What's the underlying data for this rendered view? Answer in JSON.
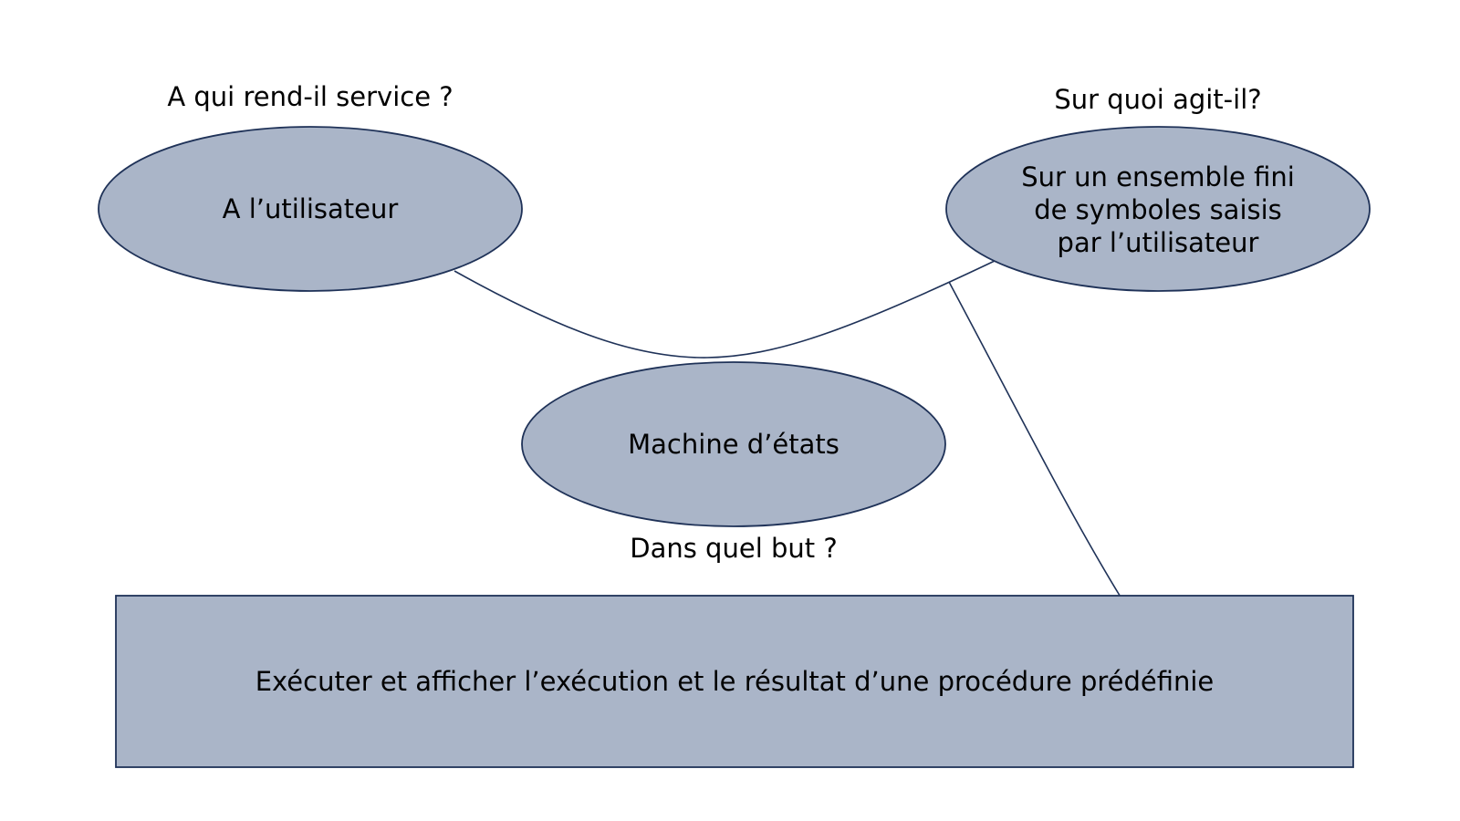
{
  "colors": {
    "shape_fill": "#aab5c8",
    "shape_stroke": "#1f3258",
    "connector": "#1f3258",
    "text": "#000000",
    "background": "#ffffff"
  },
  "questions": {
    "who": "A qui rend-il service ?",
    "what": "Sur quoi agit-il?",
    "why": "Dans quel but ?"
  },
  "nodes": {
    "user": "A l’utilisateur",
    "symbols": [
      "Sur un ensemble fini",
      "de symboles saisis",
      "par l’utilisateur"
    ],
    "machine": "Machine d’états",
    "goal": "Exécuter et afficher l’exécution et le résultat d’une procédure prédéfinie"
  }
}
